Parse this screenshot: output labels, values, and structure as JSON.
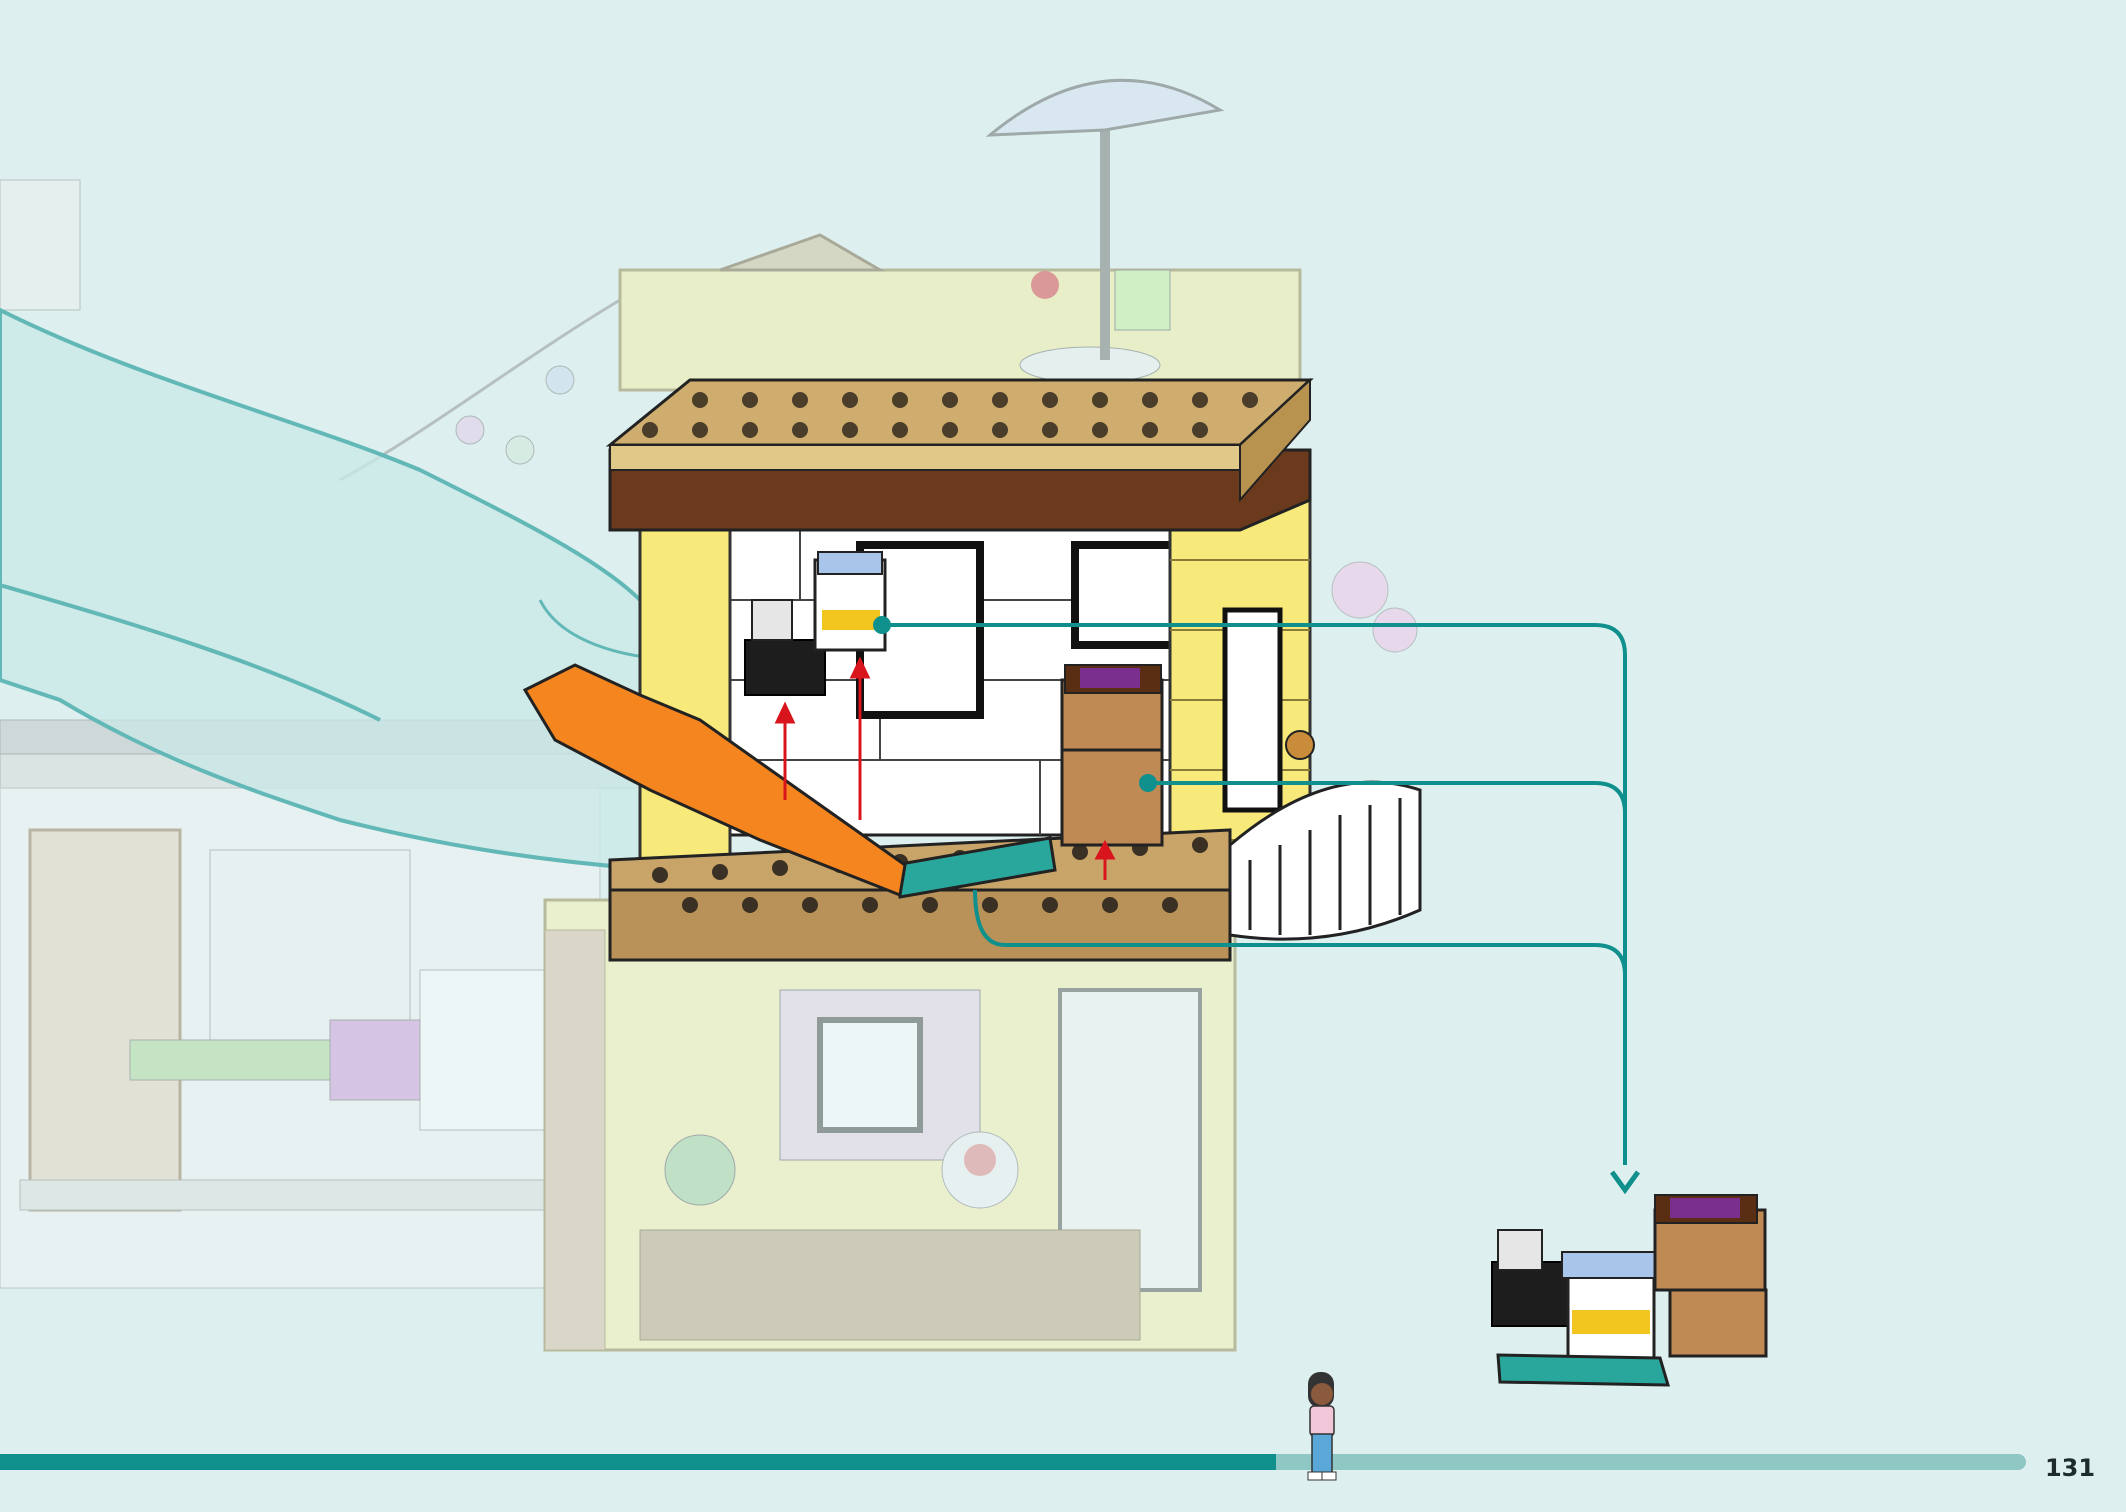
{
  "page": {
    "number": "131",
    "progress_fraction": 0.63
  },
  "colors": {
    "background": "#ddf0ef",
    "accent_teal": "#10908c",
    "progress_track": "#8fc7c5",
    "arrow_red": "#d8141c",
    "brick_yellow": "#f7e97a",
    "brick_tan": "#c9a468",
    "brick_brown": "#5a2e12",
    "tool_orange": "#f4851f",
    "hand_outline": "#62b8b6"
  },
  "icons": {
    "callout": "teal-callout-arrow",
    "move_arrow": "red-up-arrow",
    "tool": "brick-separator-icon",
    "hand": "hand-icon",
    "figure": "minifigure-icon"
  }
}
